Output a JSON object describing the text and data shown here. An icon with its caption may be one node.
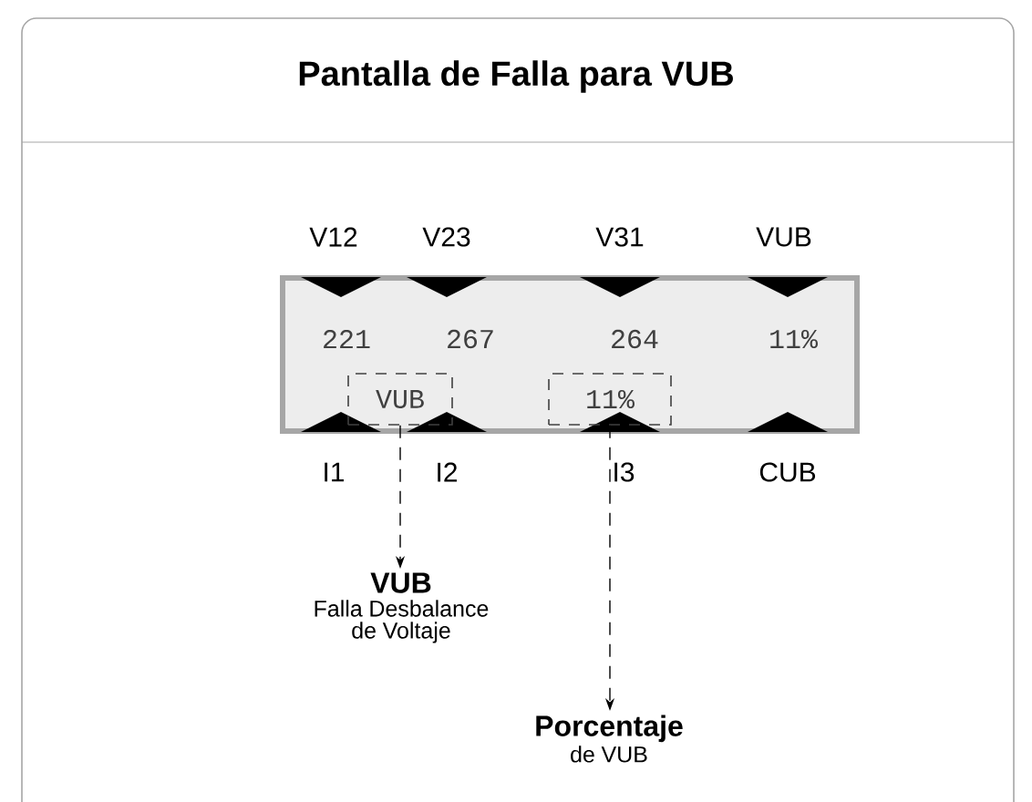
{
  "diagram": {
    "title": "Pantalla de Falla para VUB",
    "nodes": [
      {
        "text": [
          "221",
          "267",
          "264",
          "11%"
        ]
      },
      {
        "text": [
          "VUB"
        ],
        "in": 0
      },
      {
        "text": [
          "11%"
        ],
        "in": 0
      },
      {
        "text": [
          "VUB",
          "Falla Desbalance de Voltaje"
        ]
      },
      {
        "text": [
          "Porcentaje",
          "de VUB"
        ]
      }
    ],
    "edges": [
      {
        "from": 1,
        "to": 3,
        "arrow": "to",
        "style": "dashed"
      },
      {
        "from": 2,
        "to": 4,
        "arrow": "to",
        "style": "dashed"
      }
    ],
    "labels": [
      "V12",
      "V23",
      "V31",
      "VUB",
      "I1",
      "I2",
      "I3",
      "CUB"
    ]
  }
}
